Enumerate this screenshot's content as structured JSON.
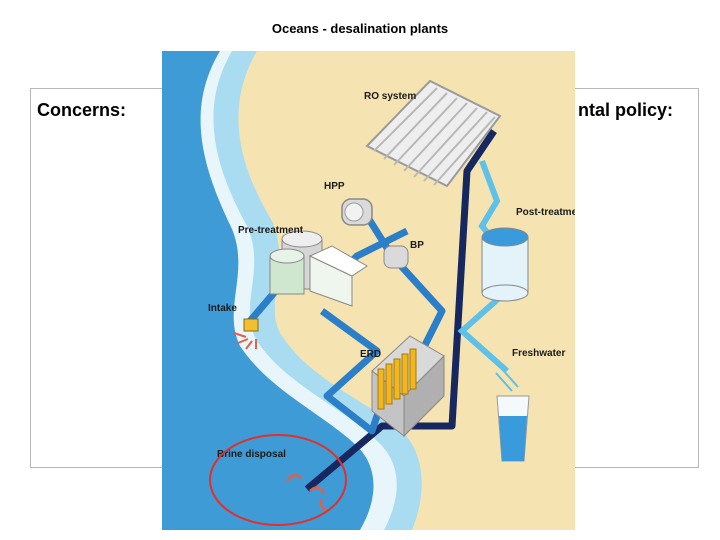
{
  "slide": {
    "title": "Oceans - desalination plants"
  },
  "panels": {
    "left_heading": "Concerns:",
    "right_heading": "ntal policy:"
  },
  "diagram": {
    "labels": {
      "ro_system": "RO system",
      "hpp": "HPP",
      "pre_treatment": "Pre-treatment",
      "bp": "BP",
      "post_treatment": "Post-treatment",
      "intake": "Intake",
      "erd": "ERD",
      "freshwater": "Freshwater",
      "brine_disposal": "Brine disposal"
    },
    "colors": {
      "sea": "#3e9bd6",
      "sea_light": "#8fd0ee",
      "sand": "#f5e4b2",
      "pipe_blue": "#2b7fc8",
      "pipe_dark": "#17275f",
      "pipe_light": "#5fc0e8",
      "highlight_circle": "#e0302a"
    }
  }
}
